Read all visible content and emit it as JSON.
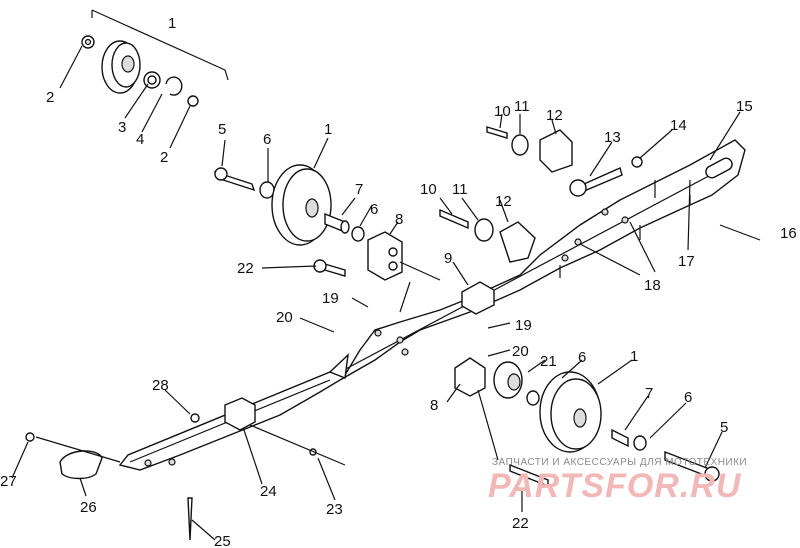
{
  "diagram": {
    "callouts": [
      {
        "id": "c1a",
        "text": "1"
      },
      {
        "id": "c2a",
        "text": "2"
      },
      {
        "id": "c3",
        "text": "3"
      },
      {
        "id": "c4",
        "text": "4"
      },
      {
        "id": "c2b",
        "text": "2"
      },
      {
        "id": "c5a",
        "text": "5"
      },
      {
        "id": "c6a",
        "text": "6"
      },
      {
        "id": "c1b",
        "text": "1"
      },
      {
        "id": "c7a",
        "text": "7"
      },
      {
        "id": "c6b",
        "text": "6"
      },
      {
        "id": "c8a",
        "text": "8"
      },
      {
        "id": "c22a",
        "text": "22"
      },
      {
        "id": "c10a",
        "text": "10"
      },
      {
        "id": "c11a",
        "text": "11"
      },
      {
        "id": "c12a",
        "text": "12"
      },
      {
        "id": "c10b",
        "text": "10"
      },
      {
        "id": "c11b",
        "text": "11"
      },
      {
        "id": "c12b",
        "text": "12"
      },
      {
        "id": "c13",
        "text": "13"
      },
      {
        "id": "c14",
        "text": "14"
      },
      {
        "id": "c15",
        "text": "15"
      },
      {
        "id": "c16",
        "text": "16"
      },
      {
        "id": "c17",
        "text": "17"
      },
      {
        "id": "c18",
        "text": "18"
      },
      {
        "id": "c9",
        "text": "9"
      },
      {
        "id": "c19a",
        "text": "19"
      },
      {
        "id": "c19b",
        "text": "19"
      },
      {
        "id": "c20a",
        "text": "20"
      },
      {
        "id": "c20b",
        "text": "20"
      },
      {
        "id": "c21",
        "text": "21"
      },
      {
        "id": "c6c",
        "text": "6"
      },
      {
        "id": "c1c",
        "text": "1"
      },
      {
        "id": "c8b",
        "text": "8"
      },
      {
        "id": "c7b",
        "text": "7"
      },
      {
        "id": "c6d",
        "text": "6"
      },
      {
        "id": "c5b",
        "text": "5"
      },
      {
        "id": "c28",
        "text": "28"
      },
      {
        "id": "c27",
        "text": "27"
      },
      {
        "id": "c26",
        "text": "26"
      },
      {
        "id": "c24",
        "text": "24"
      },
      {
        "id": "c23",
        "text": "23"
      },
      {
        "id": "c22b",
        "text": "22"
      },
      {
        "id": "c25",
        "text": "25"
      }
    ]
  },
  "watermark": {
    "caption": "ЗАПЧАСТИ И АКСЕССУАРЫ ДЛЯ МОТОТЕХНИКИ",
    "logo_text": "PARTSFOR.RU",
    "logo_color": "#f2b8b8"
  }
}
